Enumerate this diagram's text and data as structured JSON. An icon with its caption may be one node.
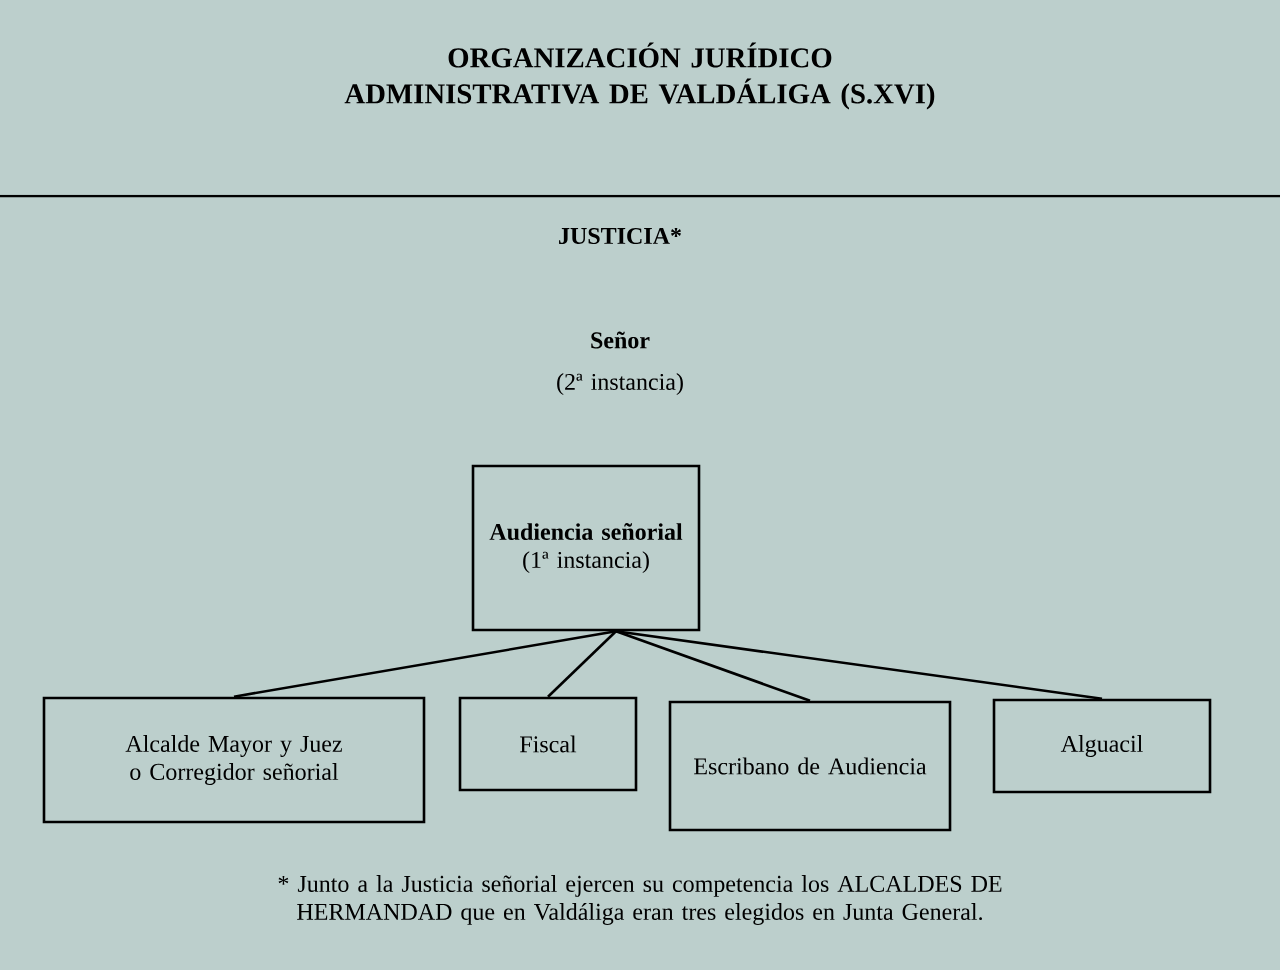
{
  "diagram": {
    "title": "ORGANIZACIÓN JURÍDICO ADMINISTRATIVA DE VALDÁLIGA (S.XVI)",
    "nodes": [
      {
        "text": [
          "Audiencia señorial",
          "(1ª instancia)"
        ]
      },
      {
        "text": [
          "Alcalde Mayor y Juez o Corregidor señorial"
        ]
      },
      {
        "text": [
          "Fiscal"
        ]
      },
      {
        "text": [
          "Escribano de Audiencia"
        ]
      },
      {
        "text": [
          "Alguacil"
        ]
      }
    ],
    "edges": [
      {
        "from": 0,
        "to": 1,
        "arrow": "none"
      },
      {
        "from": 0,
        "to": 2,
        "arrow": "none"
      },
      {
        "from": 0,
        "to": 3,
        "arrow": "none"
      },
      {
        "from": 0,
        "to": 4,
        "arrow": "none"
      }
    ],
    "labels": [
      "JUSTICIA*",
      "Señor",
      "(2ª instancia)",
      "* Junto a la Justicia señorial ejercen su competencia los ALCALDES DE HERMANDAD que en Valdáliga eran tres elegidos en Junta General."
    ]
  }
}
